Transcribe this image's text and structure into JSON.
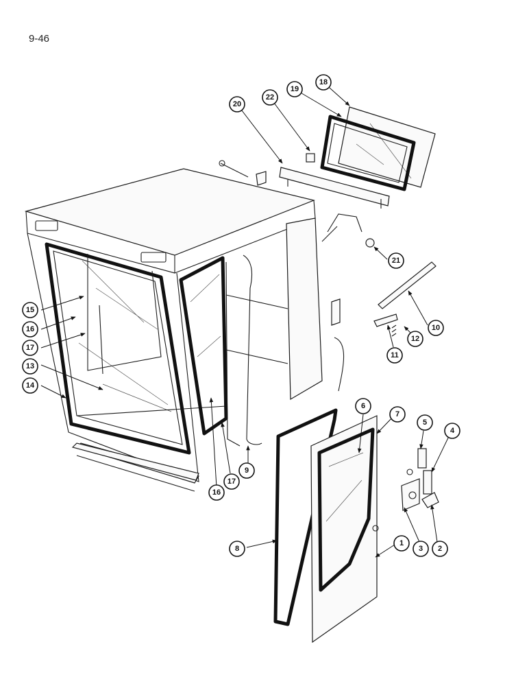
{
  "page_label": "9-46",
  "callouts": [
    "1",
    "2",
    "3",
    "4",
    "5",
    "6",
    "7",
    "8",
    "9",
    "10",
    "11",
    "12",
    "13",
    "14",
    "15",
    "16",
    "16",
    "17",
    "17",
    "18",
    "19",
    "20",
    "21",
    "22"
  ]
}
